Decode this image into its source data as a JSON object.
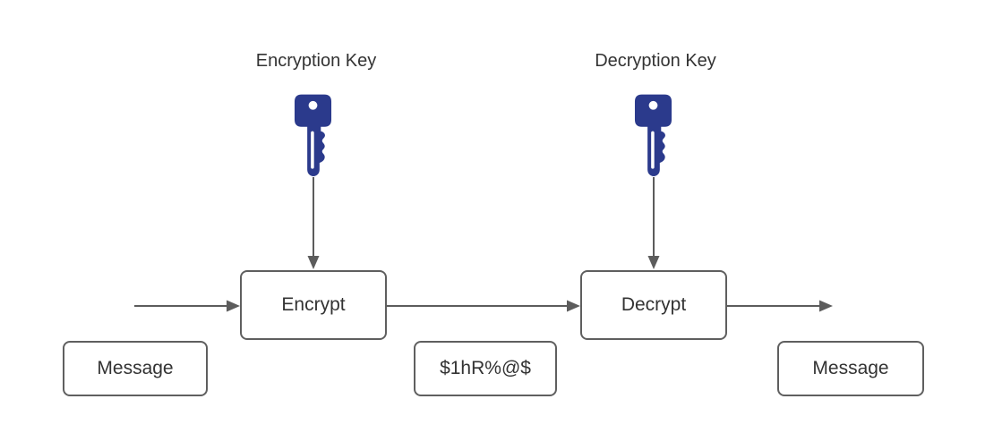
{
  "diagram": {
    "labels": {
      "encryption_key": "Encryption Key",
      "decryption_key": "Decryption Key"
    },
    "nodes": {
      "encrypt": "Encrypt",
      "decrypt": "Decrypt",
      "input_message": "Message",
      "ciphertext": "$1hR%@$",
      "output_message": "Message"
    },
    "icons": {
      "encryption_key": "key-icon",
      "decryption_key": "key-icon"
    },
    "edges": [
      {
        "from": "input",
        "to": "encrypt",
        "style": "arrow-right"
      },
      {
        "from": "encrypt",
        "to": "decrypt",
        "style": "arrow-right"
      },
      {
        "from": "decrypt",
        "to": "output",
        "style": "arrow-right"
      },
      {
        "from": "encryption-key-icon",
        "to": "encrypt",
        "style": "arrow-down"
      },
      {
        "from": "decryption-key-icon",
        "to": "decrypt",
        "style": "arrow-down"
      }
    ],
    "colors": {
      "key_fill": "#2b3a8c",
      "key_hole": "#ffffff",
      "stroke": "#5c5c5c",
      "box_border": "#5f5f5f",
      "text": "#333333",
      "background": "#ffffff"
    }
  }
}
